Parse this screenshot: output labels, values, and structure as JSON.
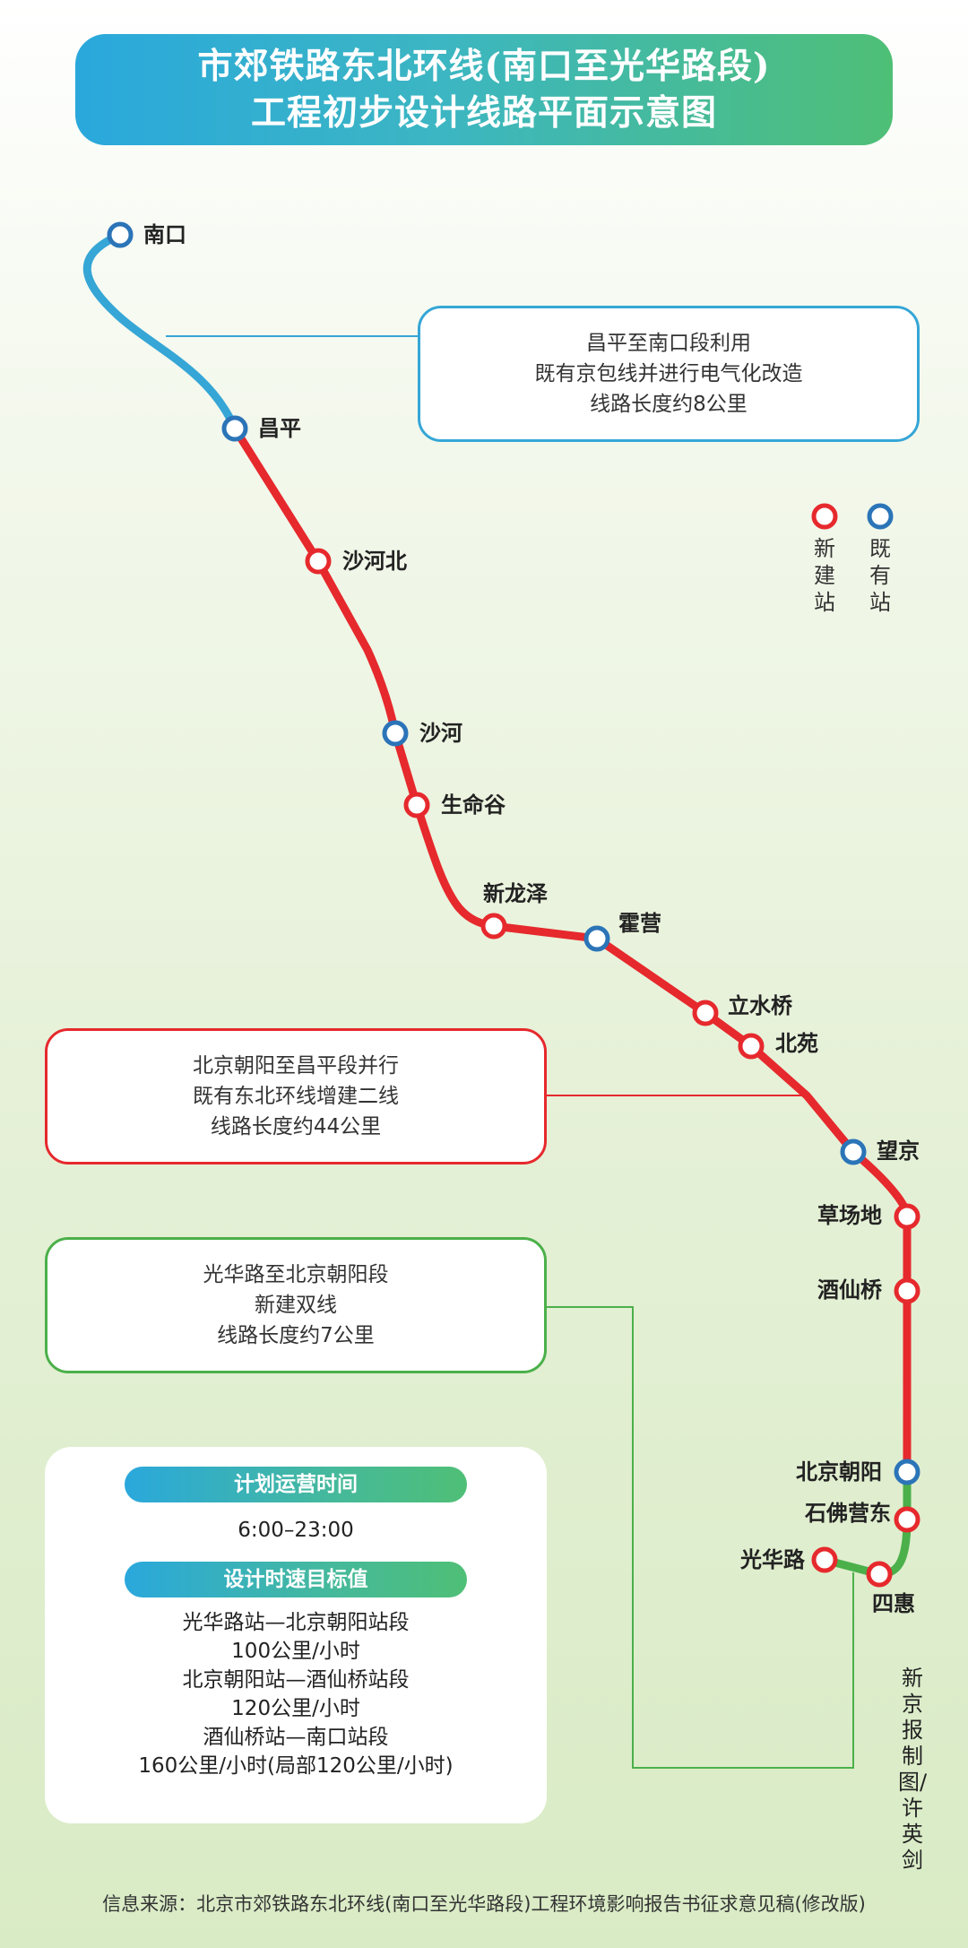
{
  "title": {
    "line1": "市郊铁路东北环线(南口至光华路段)",
    "line2": "工程初步设计线路平面示意图"
  },
  "colors": {
    "existing_line": "#35a6d6",
    "new_line": "#e6292d",
    "green_line": "#4bb04a",
    "existing_station": "#2b74b8",
    "new_station": "#e6292d"
  },
  "stations": [
    {
      "name": "南口",
      "type": "existing"
    },
    {
      "name": "昌平",
      "type": "existing"
    },
    {
      "name": "沙河北",
      "type": "new"
    },
    {
      "name": "沙河",
      "type": "existing"
    },
    {
      "name": "生命谷",
      "type": "new"
    },
    {
      "name": "新龙泽",
      "type": "new"
    },
    {
      "name": "霍营",
      "type": "existing"
    },
    {
      "name": "立水桥",
      "type": "new"
    },
    {
      "name": "北苑",
      "type": "new"
    },
    {
      "name": "望京",
      "type": "existing"
    },
    {
      "name": "草场地",
      "type": "new"
    },
    {
      "name": "酒仙桥",
      "type": "new"
    },
    {
      "name": "北京朝阳",
      "type": "existing"
    },
    {
      "name": "石佛营东",
      "type": "new"
    },
    {
      "name": "四惠",
      "type": "new"
    },
    {
      "name": "光华路",
      "type": "new"
    }
  ],
  "legend": {
    "new_station": "新建站",
    "existing_station": "既有站"
  },
  "callouts": {
    "blue": [
      "昌平至南口段利用",
      "既有京包线并进行电气化改造",
      "线路长度约8公里"
    ],
    "red": [
      "北京朝阳至昌平段并行",
      "既有东北环线增建二线",
      "线路长度约44公里"
    ],
    "green": [
      "光华路至北京朝阳段",
      "新建双线",
      "线路长度约7公里"
    ]
  },
  "info": {
    "schedule_title": "计划运营时间",
    "schedule_value": "6:00–23:00",
    "speed_title": "设计时速目标值",
    "speed_lines": [
      "光华路站—北京朝阳站段",
      "100公里/小时",
      "北京朝阳站—酒仙桥站段",
      "120公里/小时",
      "酒仙桥站—南口站段",
      "160公里/小时(局部120公里/小时)"
    ]
  },
  "credit": "新京报制图/许英剑",
  "footer": "信息来源：北京市郊铁路东北环线(南口至光华路段)工程环境影响报告书征求意见稿(修改版)"
}
